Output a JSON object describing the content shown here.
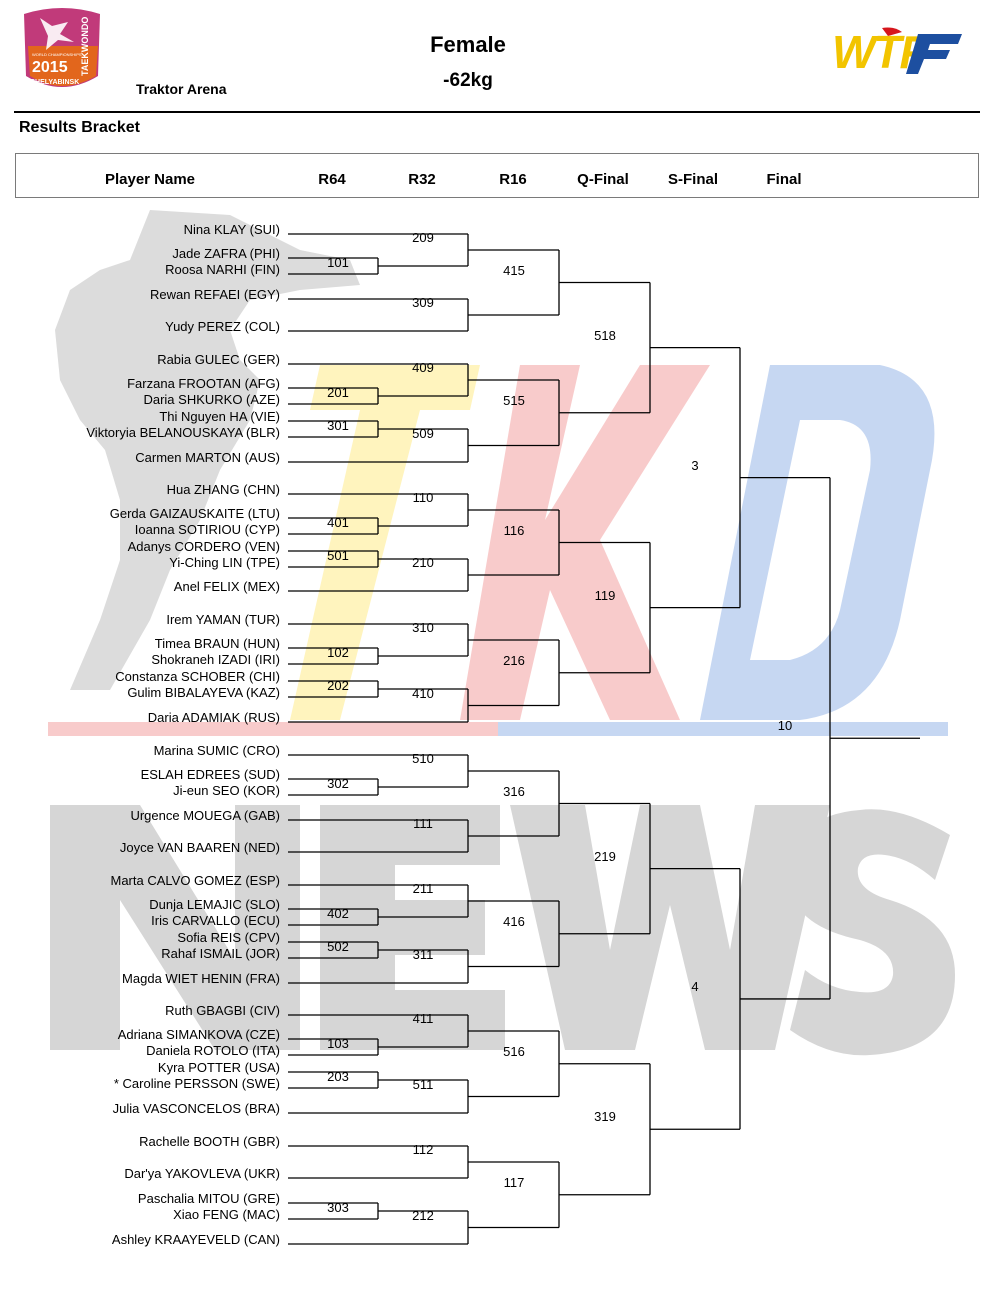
{
  "header": {
    "event_logo_text": [
      "2015",
      "TAEKWONDO",
      "CHELYABINSK",
      "WORLD CHAMPIONSHIPS"
    ],
    "venue": "Traktor Arena",
    "division_gender": "Female",
    "division_weight": "-62kg",
    "federation_logo_text": "WTF",
    "section_title": "Results Bracket"
  },
  "watermark": {
    "text_top": "TKD",
    "text_bottom": "NEWS"
  },
  "columns": [
    "Player Name",
    "R64",
    "R32",
    "R16",
    "Q-Final",
    "S-Final",
    "Final"
  ],
  "colors": {
    "line": "#000000",
    "watermark_gray": "#d3d3d3",
    "watermark_yellow": "#fff2b3",
    "watermark_red": "#f7c2c2",
    "watermark_blue": "#bcd0f0"
  },
  "players": [
    "Nina KLAY (SUI)",
    "Jade ZAFRA (PHI)",
    "Roosa NARHI (FIN)",
    "Rewan REFAEI (EGY)",
    "Yudy PEREZ (COL)",
    "Rabia GULEC (GER)",
    "Farzana FROOTAN (AFG)",
    "Daria SHKURKO (AZE)",
    "Thi Nguyen HA (VIE)",
    "Viktoryia BELANOUSKAYA (BLR)",
    "Carmen MARTON (AUS)",
    "Hua ZHANG (CHN)",
    "Gerda GAIZAUSKAITE (LTU)",
    "Ioanna SOTIRIOU (CYP)",
    "Adanys CORDERO (VEN)",
    "Yi-Ching LIN (TPE)",
    "Anel FELIX (MEX)",
    "Irem YAMAN (TUR)",
    "Timea BRAUN (HUN)",
    "Shokraneh IZADI (IRI)",
    "Constanza SCHOBER (CHI)",
    "Gulim BIBALAYEVA (KAZ)",
    "Daria ADAMIAK (RUS)",
    "Marina SUMIC (CRO)",
    "ESLAH EDREES (SUD)",
    "Ji-eun SEO (KOR)",
    "Urgence MOUEGA (GAB)",
    "Joyce VAN BAAREN (NED)",
    "Marta CALVO GOMEZ (ESP)",
    "Dunja LEMAJIC (SLO)",
    "Iris CARVALLO (ECU)",
    "Sofia REIS (CPV)",
    "Rahaf ISMAIL (JOR)",
    "Magda WIET HENIN (FRA)",
    "Ruth GBAGBI (CIV)",
    "Adriana SIMANKOVA (CZE)",
    "Daniela ROTOLO (ITA)",
    "Kyra POTTER (USA)",
    "* Caroline PERSSON (SWE)",
    "Julia VASCONCELOS (BRA)",
    "Rachelle BOOTH (GBR)",
    "Dar'ya YAKOVLEVA (UKR)",
    "Paschalia MITOU (GRE)",
    "Xiao FENG (MAC)",
    "Ashley KRAAYEVELD (CAN)"
  ],
  "scores": {
    "r64": [
      "101",
      "201",
      "301",
      "401",
      "501",
      "102",
      "202",
      "302",
      "402",
      "502",
      "103",
      "203",
      "303"
    ],
    "r32": [
      "209",
      "309",
      "409",
      "509",
      "110",
      "210",
      "310",
      "410",
      "510",
      "111",
      "211",
      "311",
      "411",
      "511",
      "112",
      "212"
    ],
    "r16": [
      "415",
      "515",
      "116",
      "216",
      "316",
      "416",
      "516",
      "117"
    ],
    "qf": [
      "518",
      "119",
      "219",
      "319"
    ],
    "sf": [
      "3",
      "4"
    ],
    "final": [
      "10"
    ]
  }
}
